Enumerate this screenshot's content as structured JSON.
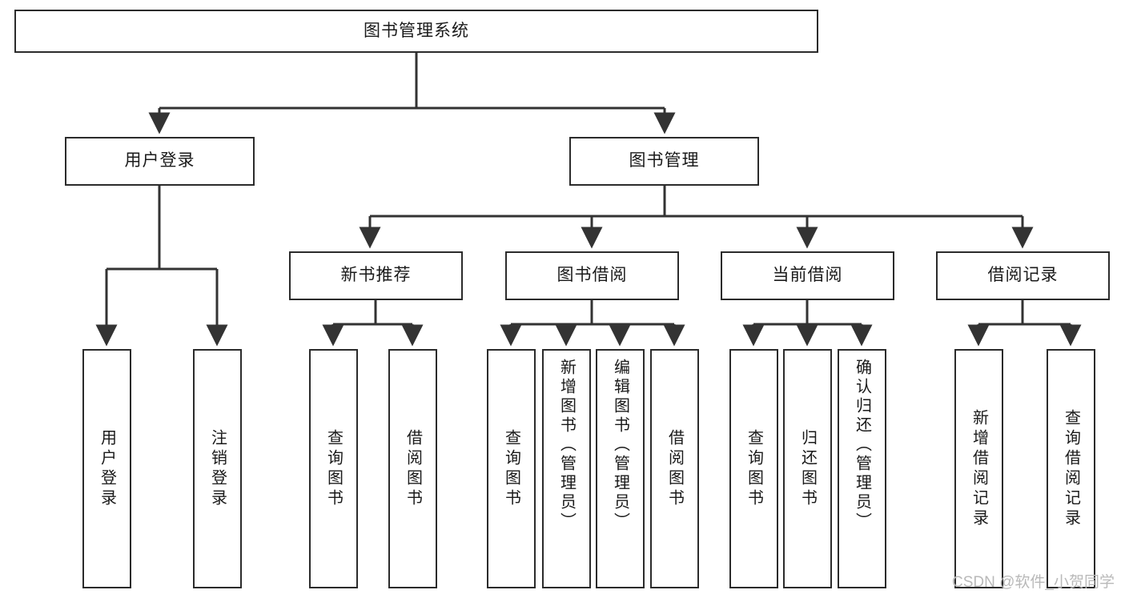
{
  "diagram": {
    "type": "tree-hierarchy",
    "title": "图书管理系统",
    "root": {
      "label": "图书管理系统"
    },
    "level2": [
      {
        "label": "用户登录"
      },
      {
        "label": "图书管理"
      }
    ],
    "level3": [
      {
        "label": "新书推荐"
      },
      {
        "label": "图书借阅"
      },
      {
        "label": "当前借阅"
      },
      {
        "label": "借阅记录"
      }
    ],
    "leaves": {
      "user_login": [
        {
          "label": "用户登录"
        },
        {
          "label": "注销登录"
        }
      ],
      "new_book_recommend": [
        {
          "label": "查询图书"
        },
        {
          "label": "借阅图书"
        }
      ],
      "book_borrow": [
        {
          "label": "查询图书"
        },
        {
          "label": "新增图书（管理员）"
        },
        {
          "label": "编辑图书（管理员）"
        },
        {
          "label": "借阅图书"
        }
      ],
      "current_borrow": [
        {
          "label": "查询图书"
        },
        {
          "label": "归还图书"
        },
        {
          "label": "确认归还（管理员）"
        }
      ],
      "borrow_record": [
        {
          "label": "新增借阅记录"
        },
        {
          "label": "查询借阅记录"
        }
      ]
    }
  },
  "watermark": {
    "text": "CSDN @软件_小贺同学"
  },
  "colors": {
    "background": "#ffffff",
    "box_border": "#2b2b2b",
    "box_fill": "#ffffff",
    "text": "#1a1a1a",
    "connector": "#333333",
    "watermark": "#b9b9b9"
  }
}
